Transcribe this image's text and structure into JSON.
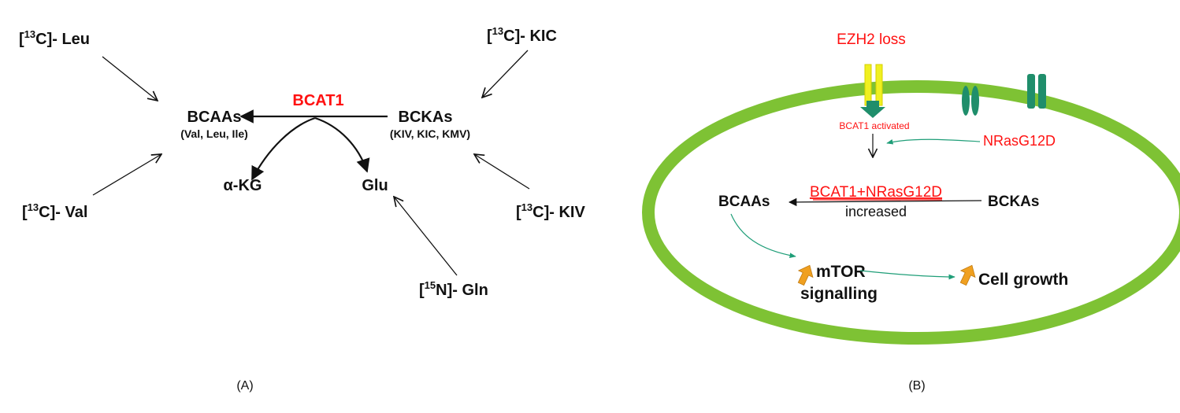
{
  "colors": {
    "red": "#ff1111",
    "black": "#111111",
    "membrane": "#7ec234",
    "channel": "#1f8e6b",
    "ezh2_channel": "#f0f020",
    "green_arrow": "#1f9e78",
    "orange_arrow": "#f0a020"
  },
  "panel_a": {
    "label": "(A)",
    "enzyme": "BCAT1",
    "bcaas": "BCAAs",
    "bcaas_sub": "(Val, Leu, Ile)",
    "bckas": "BCKAs",
    "bckas_sub": "(KIV, KIC, KMV)",
    "akg": "α-KG",
    "glu": "Glu",
    "tracers": {
      "leu": {
        "pre": "[",
        "sup": "13",
        "post": "C]- Leu"
      },
      "val": {
        "pre": "[",
        "sup": "13",
        "post": "C]- Val"
      },
      "kic": {
        "pre": "[",
        "sup": "13",
        "post": "C]- KIC"
      },
      "kiv": {
        "pre": "[",
        "sup": "13",
        "post": "C]- KIV"
      },
      "gln": {
        "pre": "[",
        "sup": "15",
        "post": "N]- Gln"
      }
    }
  },
  "panel_b": {
    "label": "(B)",
    "ezh2": "EZH2 loss",
    "bcat1_activated": "BCAT1 activated",
    "nras": "NRasG12D",
    "bcaas": "BCAAs",
    "bckas": "BCKAs",
    "combo": "BCAT1+NRasG12D",
    "increased": "increased",
    "mtor_line1": "mTOR",
    "mtor_line2": "signalling",
    "cell_growth": "Cell growth"
  }
}
